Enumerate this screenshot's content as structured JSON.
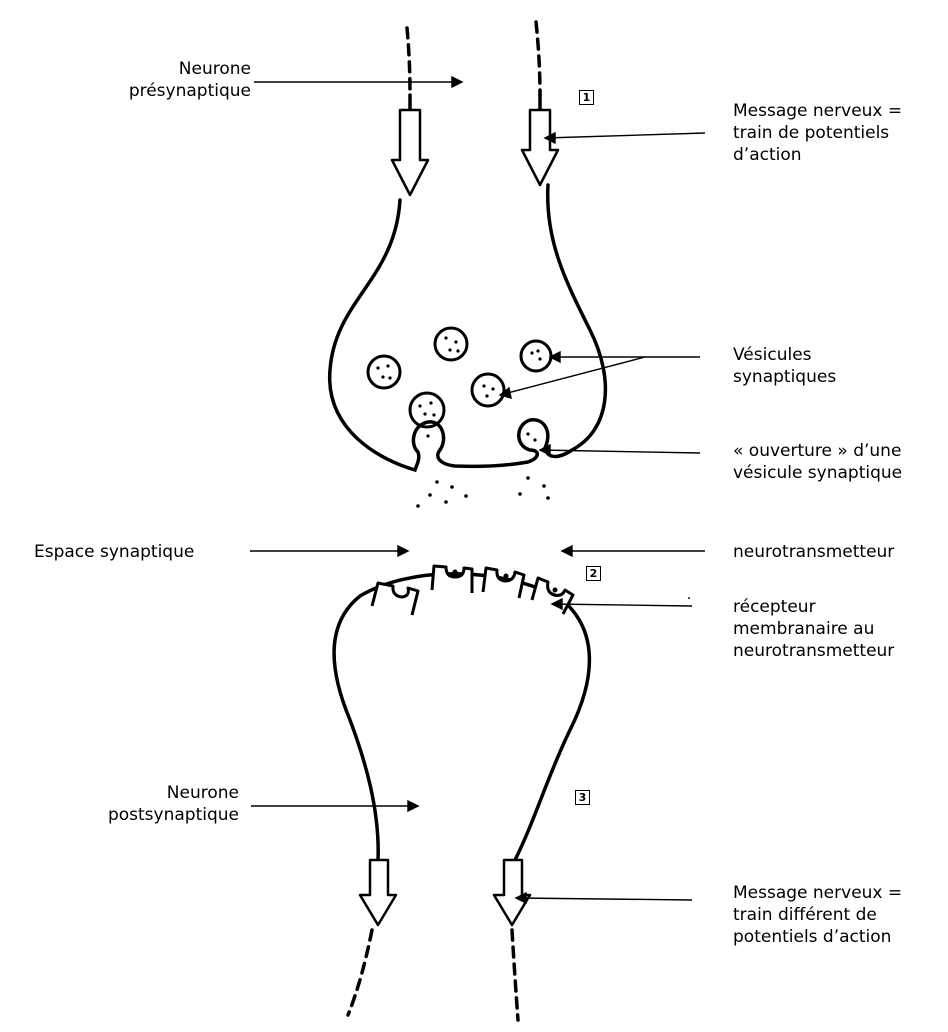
{
  "labels": {
    "neurone_pre": "Neurone\nprésynaptique",
    "message_1": "Message nerveux =\ntrain de potentiels\nd’action",
    "vesicules": "Vésicules\nsynaptiques",
    "ouverture": "« ouverture » d’une\nvésicule synaptique",
    "espace": "Espace synaptique",
    "neurotransmetteur": "neurotransmetteur",
    "recepteur": "récepteur\nmembranaire au\nneurotransmetteur",
    "neurone_post": "Neurone\npostsynaptique",
    "message_2": "Message nerveux =\ntrain différent de\npotentiels d’action"
  },
  "steps": [
    "1",
    "2",
    "3"
  ]
}
